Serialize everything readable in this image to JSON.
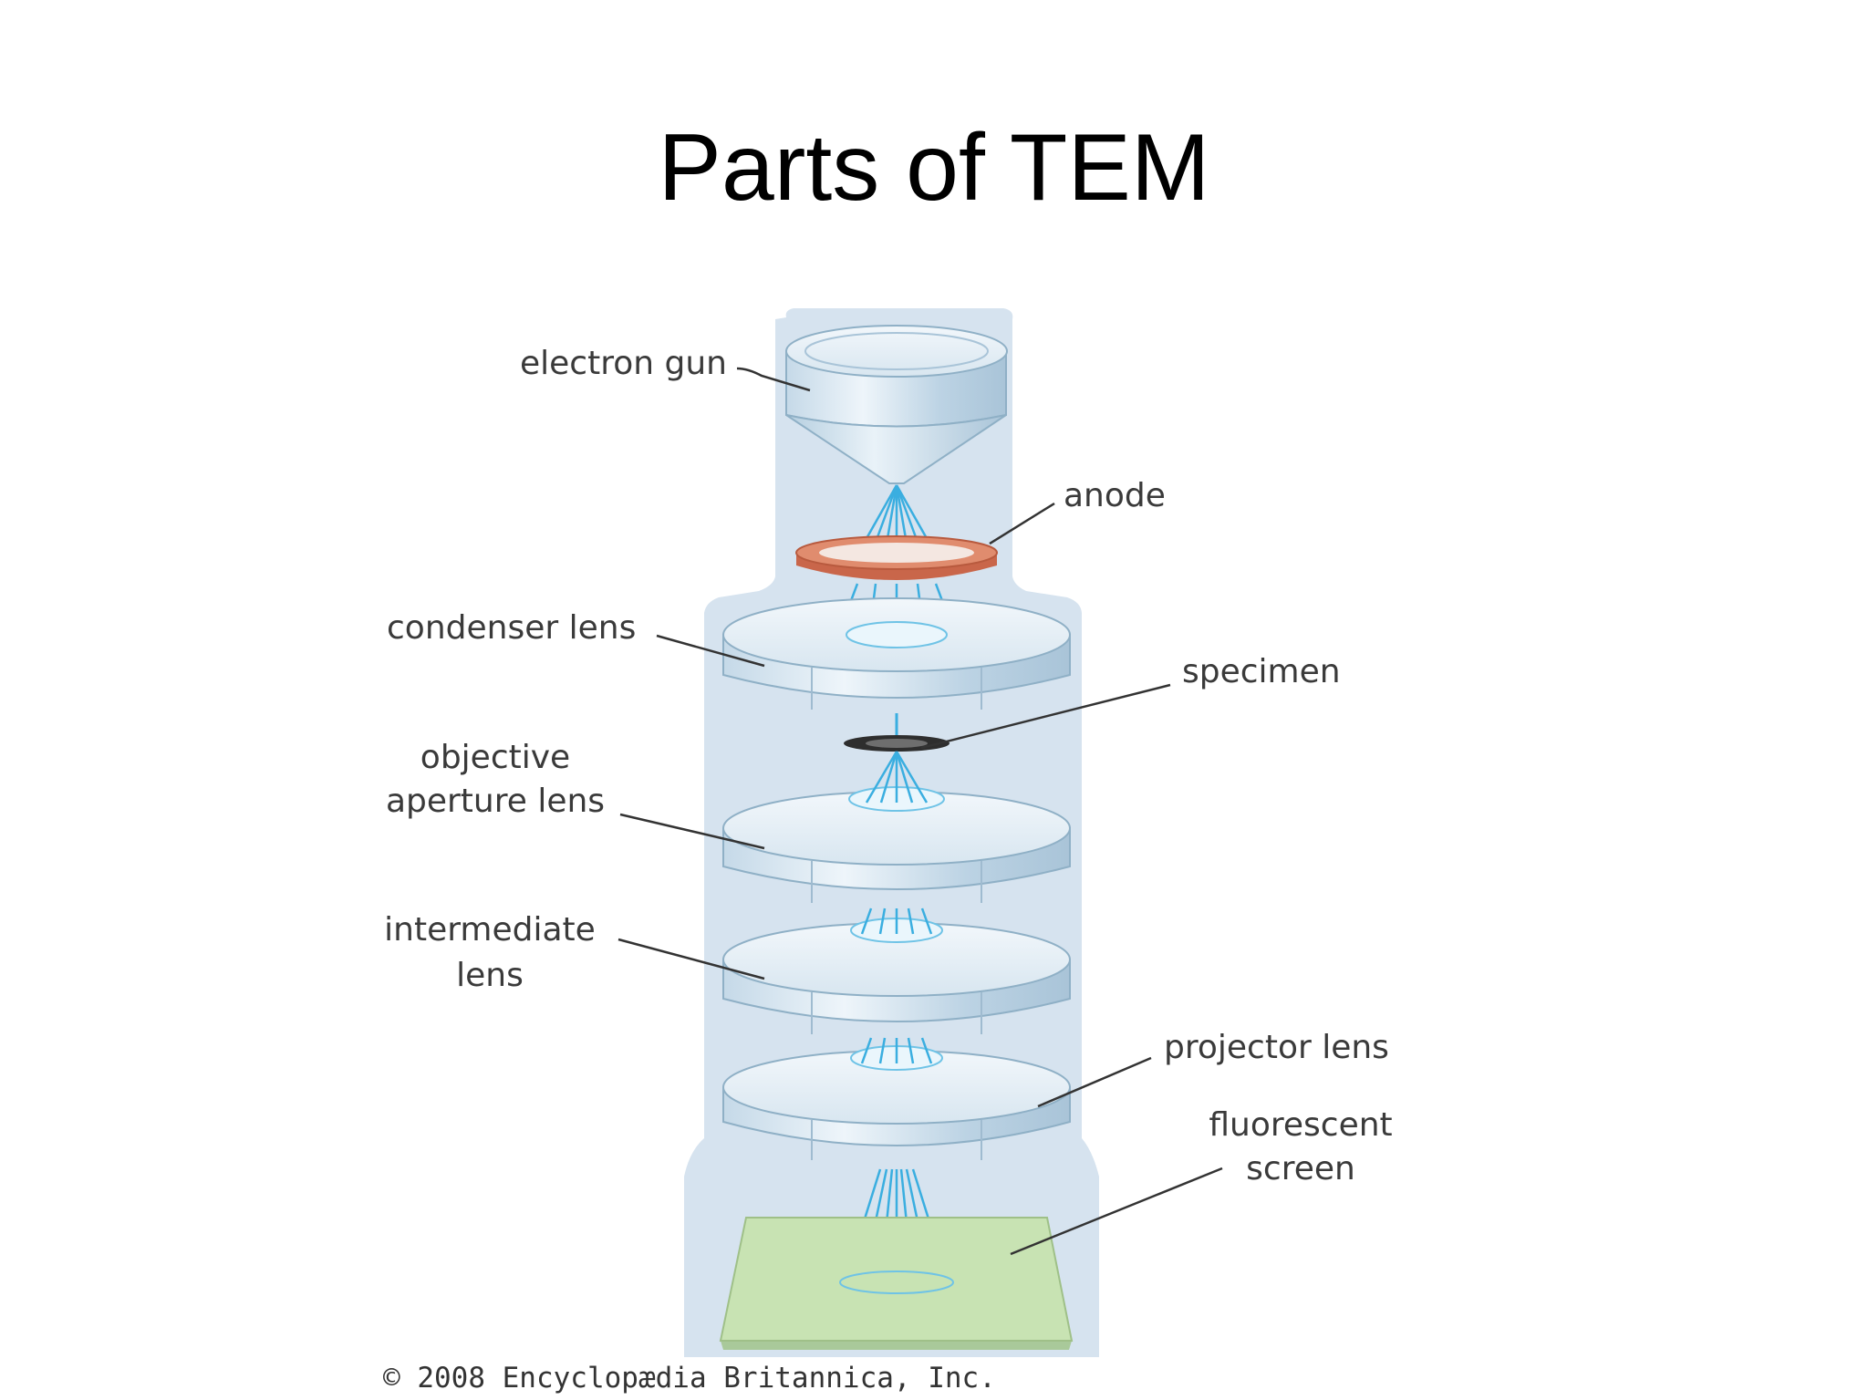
{
  "title": "Parts of TEM",
  "labels": {
    "electron_gun": "electron gun",
    "anode": "anode",
    "condenser_lens": "condenser lens",
    "specimen": "specimen",
    "objective_line1": "objective",
    "objective_line2": "aperture lens",
    "intermediate_line1": "intermediate",
    "intermediate_line2": "lens",
    "projector_lens": "projector lens",
    "fluorescent_line1": "fluorescent",
    "fluorescent_line2": "screen"
  },
  "copyright": "© 2008 Encyclopædia Britannica, Inc.",
  "colors": {
    "column": "#d6e3ef",
    "lens_top": "#e3eef6",
    "lens_side": "#bcd3e4",
    "beam": "#3aaee0",
    "anode": "#d97a5a",
    "screen": "#c8e3b3",
    "leader": "#333333"
  }
}
